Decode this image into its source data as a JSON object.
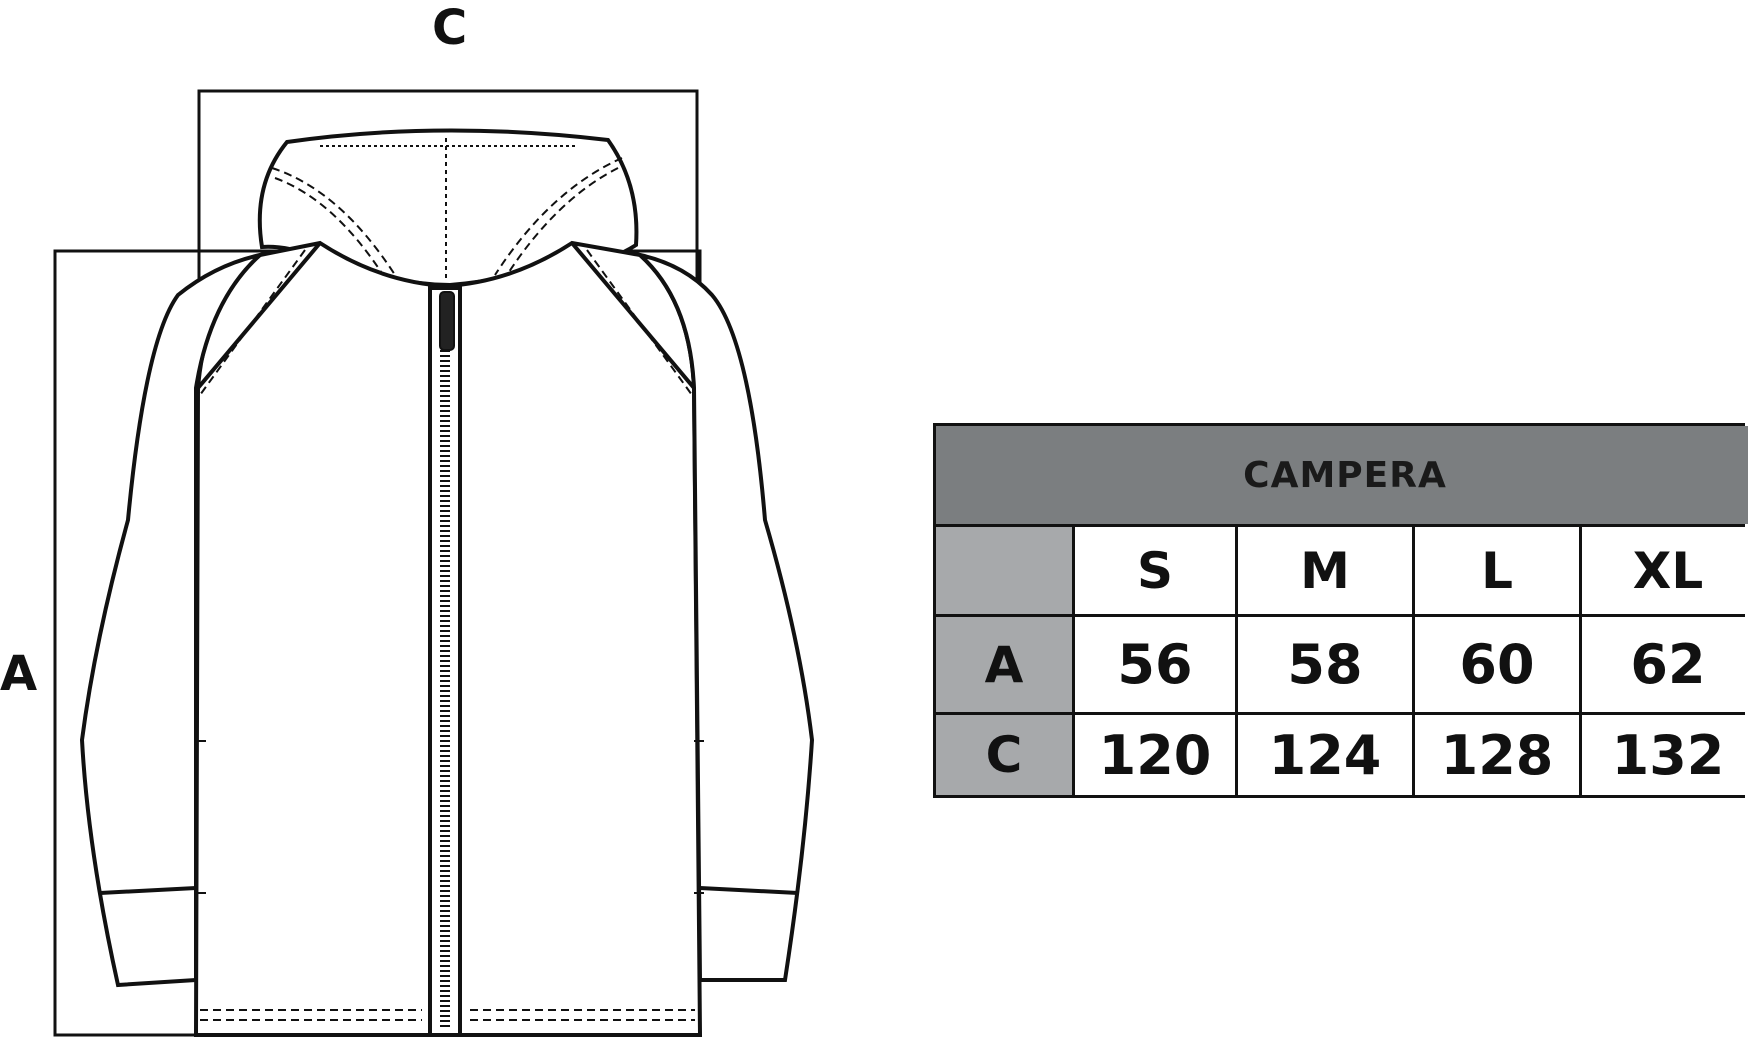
{
  "diagram": {
    "subject": "campera-flat-sketch",
    "measurement_labels": {
      "width": "C",
      "length": "A"
    }
  },
  "table": {
    "title": "CAMPERA",
    "sizes": [
      "S",
      "M",
      "L",
      "XL"
    ],
    "rows": [
      {
        "label": "A",
        "values": [
          "56",
          "58",
          "60",
          "62"
        ]
      },
      {
        "label": "C",
        "values": [
          "120",
          "124",
          "128",
          "132"
        ]
      }
    ]
  },
  "colors": {
    "header_bg": "#7b7e80",
    "row_label_bg": "#a7a9ab",
    "line": "#111111"
  }
}
